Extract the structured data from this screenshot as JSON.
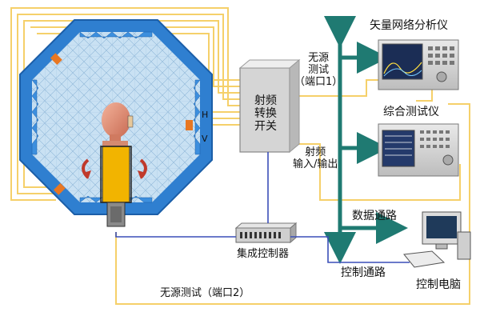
{
  "labels": {
    "vna": "矢量网络分析仪",
    "passive_test_port1": [
      "无源",
      "测试",
      "（端口1）"
    ],
    "rf_switch": [
      "射频",
      "转换",
      "开关"
    ],
    "comprehensive_tester": "综合测试仪",
    "rf_io": [
      "射频",
      "输入/输出"
    ],
    "h": "H",
    "v": "V",
    "data_path": "数据通路",
    "integrated_controller": "集成控制器",
    "control_path": "控制通路",
    "control_pc": "控制电脑",
    "passive_test_port2": "无源测试（端口2）"
  },
  "colors": {
    "cable_yellow": "#f5d06a",
    "cable_blue": "#3a4fb8",
    "bus_teal": "#1f7a72",
    "chamber_blue": "#2f7fd0",
    "chamber_inner": "#bcd9f0"
  }
}
